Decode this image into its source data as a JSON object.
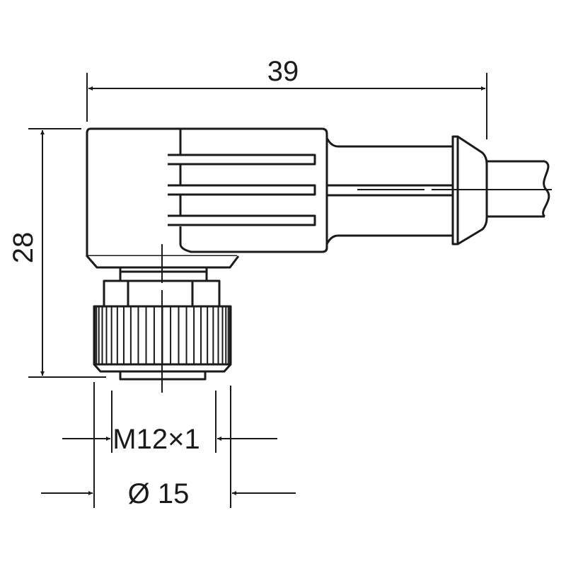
{
  "dimensions": {
    "overall_length": "39",
    "overall_height": "28",
    "thread": "M12×1",
    "nut_diameter": "Ø 15"
  },
  "colors": {
    "line": "#1a1a1a",
    "background": "#ffffff"
  }
}
